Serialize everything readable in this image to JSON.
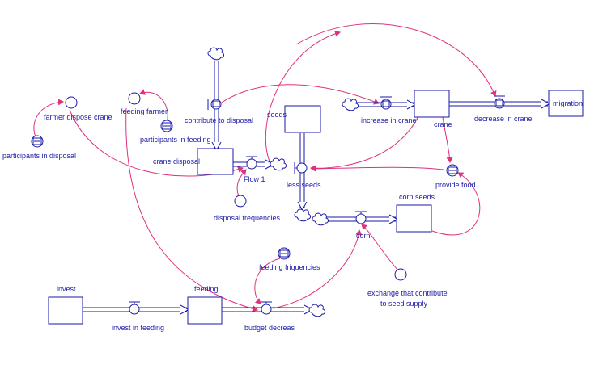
{
  "colors": {
    "element": "#1a1aa8",
    "link": "#e0307e",
    "background": "#ffffff"
  },
  "stocks": {
    "crane_disposal": "crane disposal",
    "seeds": "seeds",
    "crane": "crane",
    "migration": "migration",
    "corn_seeds": "corn seeds",
    "invest": "invest",
    "feeding": "feeding"
  },
  "flows": {
    "contribute_to_disposal": "contribute to disposal",
    "flow_1": "Flow 1",
    "less_seeds": "less seeds",
    "increase_in_crane": "increase in crane",
    "decrease_in_crane": "decrease in crane",
    "corn": "corn",
    "invest_in_feeding": "invest in feeding",
    "budget_decreas": "budget decreas"
  },
  "converters": {
    "farmer_dispose_crane": "farmer dispose crane",
    "participants_in_disposal": "participants in disposal",
    "feeding_farmer": "feeding farmer",
    "participants_in_feeding": "participants in feeding",
    "disposal_frequencies": "disposal frequencies",
    "provide_food": "provide food",
    "feeding_friquencies": "feeding friquencies",
    "exchange_line1": "exchange that contribute",
    "exchange_line2": "to seed supply"
  }
}
